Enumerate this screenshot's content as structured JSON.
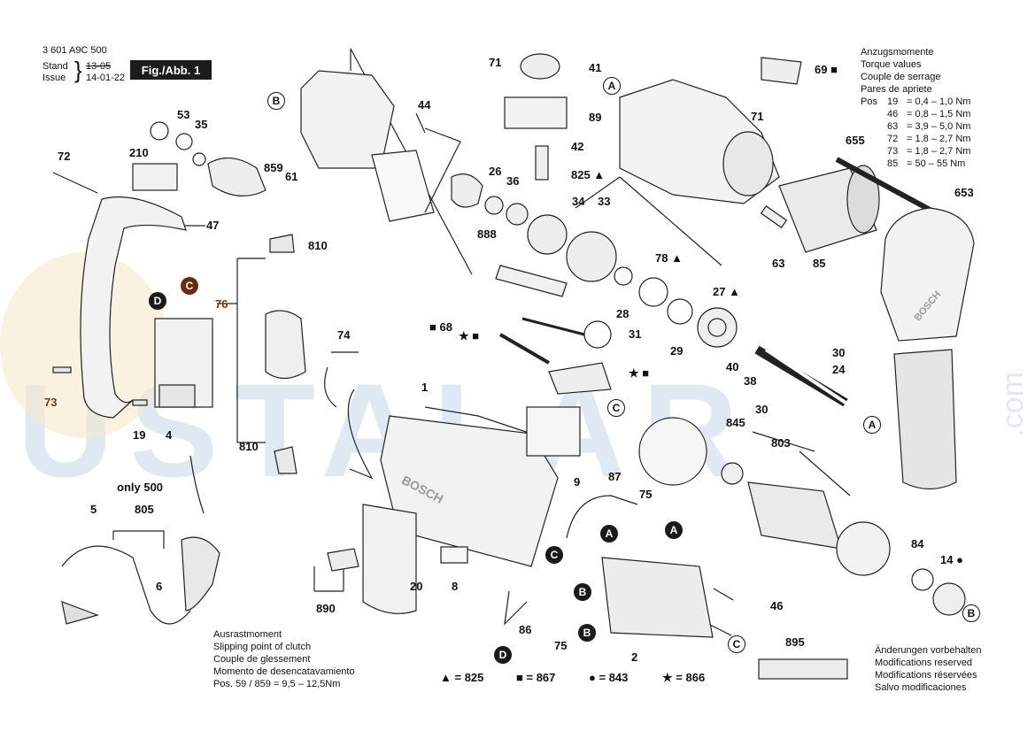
{
  "header": {
    "part_number": "3 601 A9C 500",
    "stand_label": "Stand",
    "issue_label": "Issue",
    "old_date": "13-05",
    "new_date": "14-01-22",
    "fig_label": "Fig./Abb. 1"
  },
  "torque": {
    "title_lines": [
      "Anzugsmomente",
      "Torque values",
      "Couple de serrage",
      "Pares de apriete"
    ],
    "pos_label": "Pos",
    "rows": [
      {
        "pos": "19",
        "value": "= 0,4 – 1,0 Nm"
      },
      {
        "pos": "46",
        "value": "= 0,8 – 1,5 Nm"
      },
      {
        "pos": "63",
        "value": "= 3,9 – 5,0 Nm"
      },
      {
        "pos": "72",
        "value": "= 1,8 – 2,7 Nm"
      },
      {
        "pos": "73",
        "value": "= 1,8 – 2,7 Nm"
      },
      {
        "pos": "85",
        "value": "= 50 – 55 Nm"
      }
    ]
  },
  "clutch": {
    "lines": [
      "Ausrastmoment",
      "Slipping point of clutch",
      "Couple de glessement",
      "Momento de desencatavamiento"
    ],
    "pos_line": "Pos. 59 / 859 = 9,5 – 12,5Nm"
  },
  "changes": {
    "lines": [
      "Änderungen vorbehalten",
      "Modifications reserved",
      "Modifications réservées",
      "Salvo modificaciones"
    ]
  },
  "legend": {
    "items": [
      {
        "symbol": "▲",
        "text": "= 825"
      },
      {
        "symbol": "■",
        "text": "= 867"
      },
      {
        "symbol": "●",
        "text": "= 843"
      },
      {
        "symbol": "★",
        "text": "= 866"
      }
    ]
  },
  "only_500": "only 500",
  "watermark": "USTALAR",
  "watermark_com": ".com",
  "brand": "BOSCH",
  "callouts": {
    "c1": "1",
    "c2": "2",
    "c4": "4",
    "c5": "5",
    "c6": "6",
    "c8": "8",
    "c9": "9",
    "c14": "14 ●",
    "c19": "19",
    "c20": "20",
    "c24": "24",
    "c26": "26",
    "c27": "27 ▲",
    "c28": "28",
    "c29": "29",
    "c30a": "30",
    "c30b": "30",
    "c31": "31",
    "c33": "33",
    "c34": "34",
    "c35": "35",
    "c36": "36",
    "c38": "38",
    "c40": "40",
    "c41": "41",
    "c42": "42",
    "c44": "44",
    "c46": "46",
    "c47": "47",
    "c53": "53",
    "c61": "61",
    "c63": "63",
    "c68": "■ 68",
    "c69": "69 ■",
    "c71a": "71",
    "c71b": "71",
    "c72": "72",
    "c73": "73",
    "c74": "74",
    "c75a": "75",
    "c75b": "75",
    "c76": "76",
    "c78": "78 ▲",
    "c84": "84",
    "c85": "85",
    "c86": "86",
    "c87": "87",
    "c89": "89",
    "c210": "210",
    "c653": "653",
    "c655": "655",
    "c803": "803",
    "c805": "805",
    "c810a": "810",
    "c810b": "810",
    "c825": "825 ▲",
    "c845": "845",
    "c859": "859",
    "c888": "888",
    "c890": "890",
    "c895": "895",
    "cstar": "★ ■",
    "cstar2": "★ ■"
  },
  "ref_letters": {
    "A": "A",
    "B": "B",
    "C": "C",
    "D": "D"
  }
}
